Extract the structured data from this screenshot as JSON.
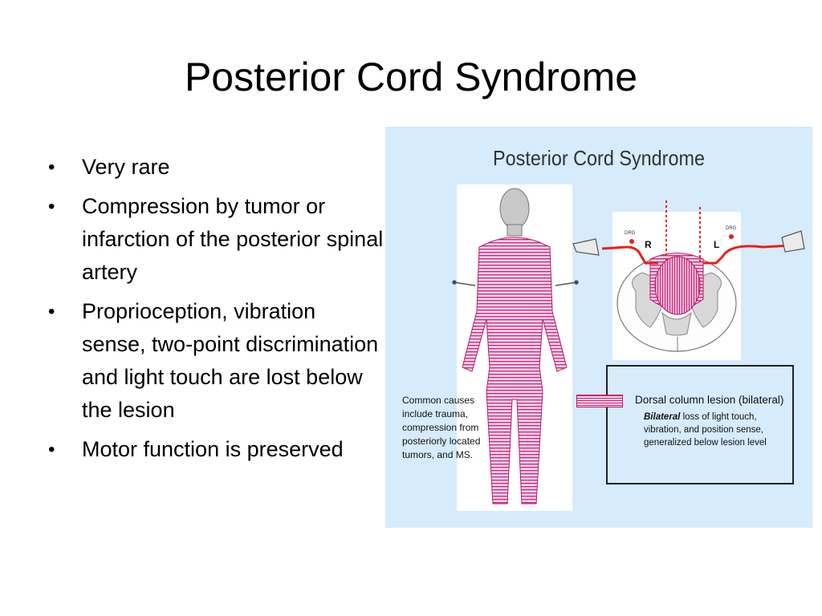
{
  "slide": {
    "title": "Posterior Cord Syndrome",
    "bullets": [
      "Very rare",
      "Compression by tumor or infarction of the posterior spinal artery",
      "Proprioception, vibration sense, two-point discrimination and light touch are lost below the lesion",
      "Motor function is preserved"
    ]
  },
  "figure": {
    "title": "Posterior Cord Syndrome",
    "causes_text": "Common causes include trauma, compression from posteriorly located tumors, and MS.",
    "legend_title": "Dorsal column lesion (bilateral)",
    "legend_desc_bold": "Bilateral",
    "legend_desc_rest": " loss of light touch, vibration, and position sense, generalized below lesion level",
    "label_right": "R",
    "label_left": "L",
    "drg_label": "DRG"
  },
  "colors": {
    "figure_background": "#d6ebfb",
    "lesion_magenta": "#d21e7a",
    "nerve_red": "#e8201c"
  }
}
